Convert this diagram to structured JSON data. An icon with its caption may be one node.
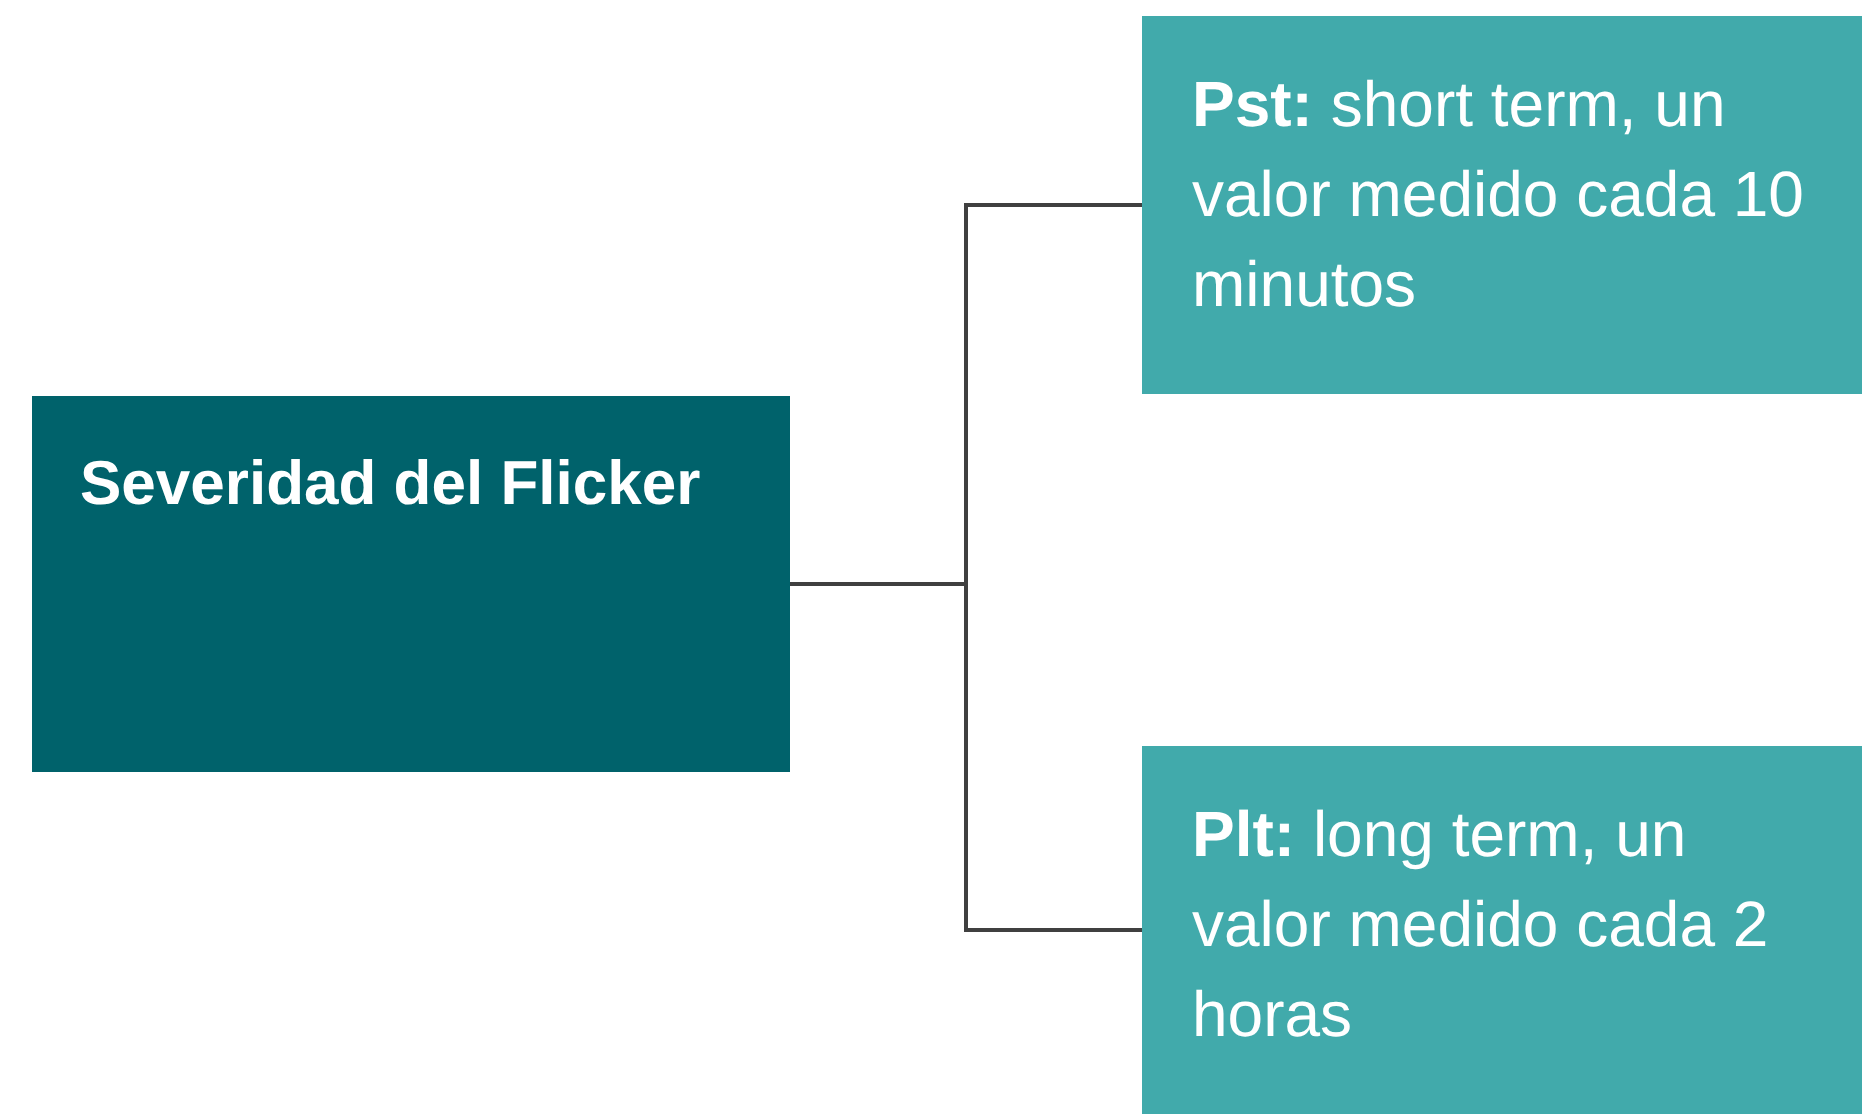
{
  "diagram": {
    "nodes": [
      {
        "text": [
          "Severidad del Flicker"
        ]
      },
      {
        "text": [
          "**Pst:** short term, un valor medido cada 10 minutos"
        ]
      },
      {
        "text": [
          "**Plt:** long term, un valor medido cada 2 horas"
        ]
      }
    ],
    "edges": [
      {
        "from": 0,
        "to": 1,
        "arrow": "none"
      },
      {
        "from": 0,
        "to": 2,
        "arrow": "none"
      }
    ]
  }
}
